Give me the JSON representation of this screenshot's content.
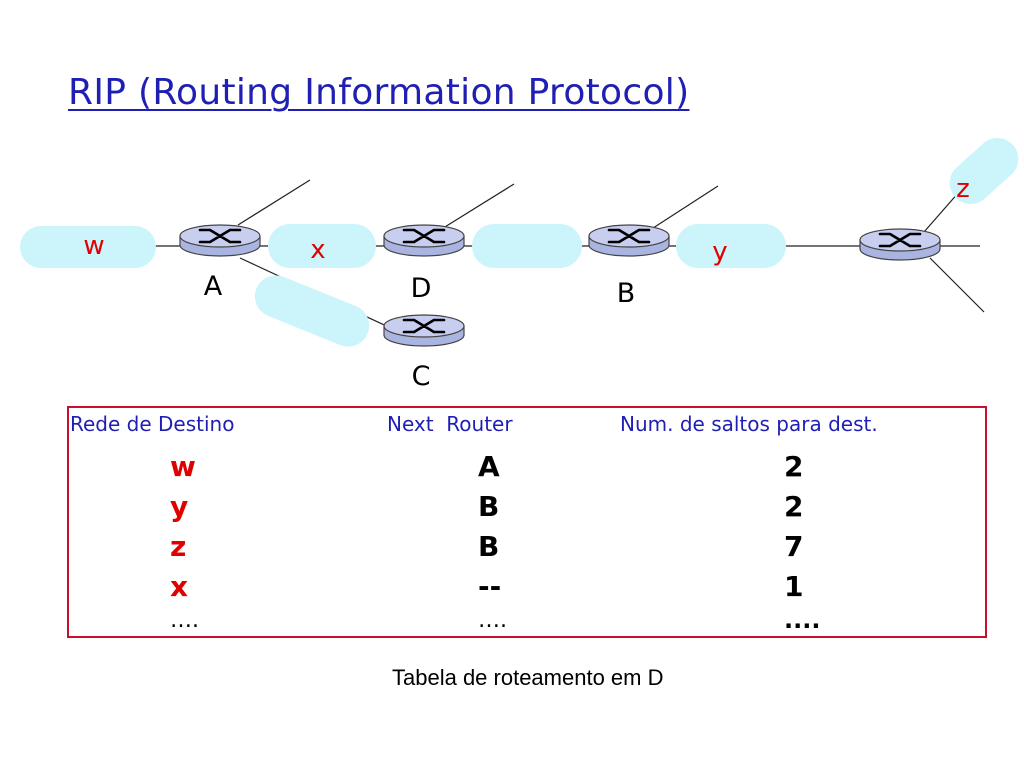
{
  "title": "RIP (Routing Information Protocol)",
  "network": {
    "routers": [
      "A",
      "D",
      "B",
      "C"
    ],
    "networks": [
      "w",
      "x",
      "y",
      "z"
    ]
  },
  "table": {
    "headers": [
      "Rede de Destino",
      "Next  Router",
      "Num. de saltos para dest."
    ],
    "rows": [
      {
        "dest": "w",
        "next": "A",
        "hops": "2"
      },
      {
        "dest": "y",
        "next": "B",
        "hops": "2"
      },
      {
        "dest": "z",
        "next": "B",
        "hops": "7"
      },
      {
        "dest": "x",
        "next": "--",
        "hops": "1"
      },
      {
        "dest": "….",
        "next": "….",
        "hops": "...."
      }
    ]
  },
  "caption": "Tabela de roteamento em D",
  "colors": {
    "title": "#1f1fb4",
    "network_label": "#e00000",
    "border": "#c8102e",
    "network_blob": "#ccf4fb",
    "router": "#b8c0e8"
  }
}
